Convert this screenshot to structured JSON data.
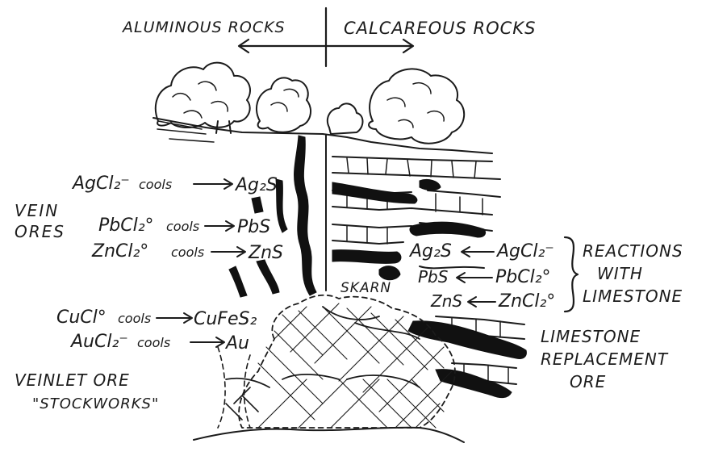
{
  "header": {
    "left": "ALUMINOUS ROCKS",
    "right": "CALCAREOUS ROCKS"
  },
  "left_labels": {
    "vein_line1": "VEIN",
    "vein_line2": "ORES",
    "veinlet_line1": "VEINLET ORE",
    "veinlet_line2": "\"STOCKWORKS\""
  },
  "cooling_reactions": [
    {
      "reactant": "AgCl₂⁻",
      "verb": "cools",
      "product": "Ag₂S"
    },
    {
      "reactant": "PbCl₂°",
      "verb": "cools",
      "product": "PbS"
    },
    {
      "reactant": "ZnCl₂°",
      "verb": "cools",
      "product": "ZnS"
    },
    {
      "reactant": "CuCl°",
      "verb": "cools",
      "product": "CuFeS₂"
    },
    {
      "reactant": "AuCl₂⁻",
      "verb": "cools",
      "product": "Au"
    }
  ],
  "limestone_reactions": [
    {
      "product": "Ag₂S",
      "reactant": "AgCl₂⁻"
    },
    {
      "product": "PbS",
      "reactant": "PbCl₂°"
    },
    {
      "product": "ZnS",
      "reactant": "ZnCl₂°"
    }
  ],
  "right_labels": {
    "reactions_line1": "REACTIONS",
    "reactions_line2": "WITH",
    "reactions_line3": "LIMESTONE",
    "skarn": "SKARN",
    "replacement_line1": "LIMESTONE",
    "replacement_line2": "REPLACEMENT",
    "replacement_line3": "ORE"
  }
}
